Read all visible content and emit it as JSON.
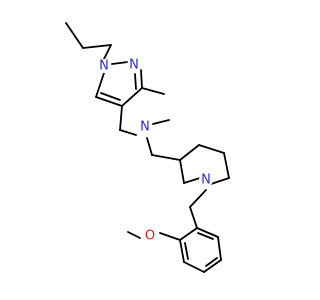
{
  "molecule": {
    "atoms": {
      "n1": {
        "label": "N",
        "color": "#2b2bd6"
      },
      "n2": {
        "label": "N",
        "color": "#2b2bd6"
      },
      "n_amine": {
        "label": "N",
        "color": "#2b2bd6"
      },
      "n_piperidine": {
        "label": "N",
        "color": "#2b2bd6"
      },
      "o_methoxy": {
        "label": "O",
        "color": "#e0231d"
      }
    }
  }
}
